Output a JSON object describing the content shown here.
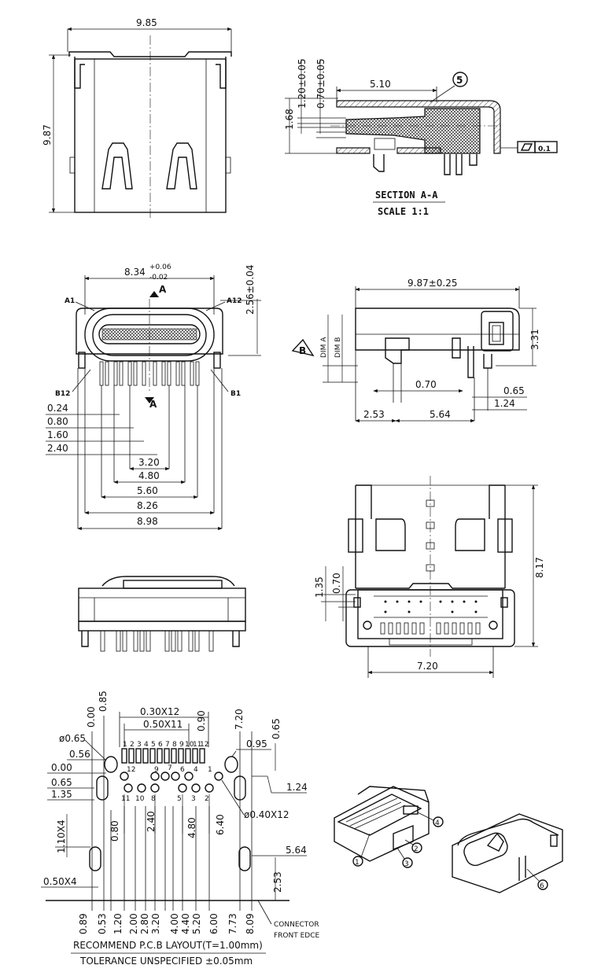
{
  "top_view": {
    "width": "9.85",
    "height": "9.87"
  },
  "section": {
    "dims": {
      "d510": "5.10",
      "d168": "1.68",
      "d120": "1.20±0.05",
      "d070": "0.70±0.05"
    },
    "balloon": "5",
    "flatness": "0.1",
    "title": "SECTION A-A",
    "scale": "SCALE 1:1"
  },
  "front_view": {
    "top_dim_main": "8.34",
    "top_dim_tol_plus": "+0.06",
    "top_dim_tol_minus": "-0.02",
    "height": "2.56±0.04",
    "A": "A",
    "A1": "A1",
    "A12": "A12",
    "B12": "B12",
    "B1": "B1",
    "left_dims": [
      "0.24",
      "0.80",
      "1.60",
      "2.40"
    ],
    "bottom_dims": [
      "3.20",
      "4.80",
      "5.60",
      "8.26",
      "8.98"
    ]
  },
  "side_view": {
    "length": "9.87±0.25",
    "height": "3.31",
    "datum": "B",
    "dim_a": "DIM A",
    "dim_b": "DIM B",
    "d070": "0.70",
    "d065": "0.65",
    "d124": "1.24",
    "d253": "2.53",
    "d564": "5.64"
  },
  "bottom_view": {
    "height": "8.17",
    "d135": "1.35",
    "d070": "0.70",
    "width": "7.20"
  },
  "pcb": {
    "top_labels": [
      "0.00",
      "0.85",
      "0.30X12",
      "0.50X11",
      "0.90",
      "7.20",
      "0.95",
      "0.65"
    ],
    "dia065": "ø0.65",
    "d056": "0.56",
    "d000": "0.00",
    "d065": "0.65",
    "d135": "1.35",
    "d124": "1.24",
    "d040": "ø0.40X12",
    "d110": "1.10X4",
    "d050": "0.50X4",
    "d564": "5.64",
    "d253": "2.53",
    "d080": "0.80",
    "d240": "2.40",
    "d480": "4.80",
    "d640": "6.40",
    "pin_numbers": [
      "1",
      "2",
      "3",
      "4",
      "5",
      "6",
      "7",
      "8",
      "9",
      "10",
      "11",
      "12"
    ],
    "hole_nums_top": [
      "12",
      "9",
      "7",
      "6",
      "4",
      "1"
    ],
    "hole_nums_bot": [
      "11",
      "10",
      "8",
      "5",
      "3",
      "2"
    ],
    "bottom_labels": [
      "0.89",
      "0.53",
      "1.20",
      "2.00",
      "2.80",
      "3.20",
      "4.00",
      "4.40",
      "5.20",
      "6.00",
      "7.73",
      "8.09"
    ],
    "connector_note_1": "CONNECTOR",
    "connector_note_2": "FRONT EDCE",
    "caption1": "RECOMMEND P.C.B LAYOUT(T=1.00mm)",
    "caption2": "TOLERANCE UNSPECIFIED ±0.05mm"
  },
  "iso": {
    "balloons": [
      "1",
      "2",
      "3",
      "4",
      "6"
    ]
  }
}
